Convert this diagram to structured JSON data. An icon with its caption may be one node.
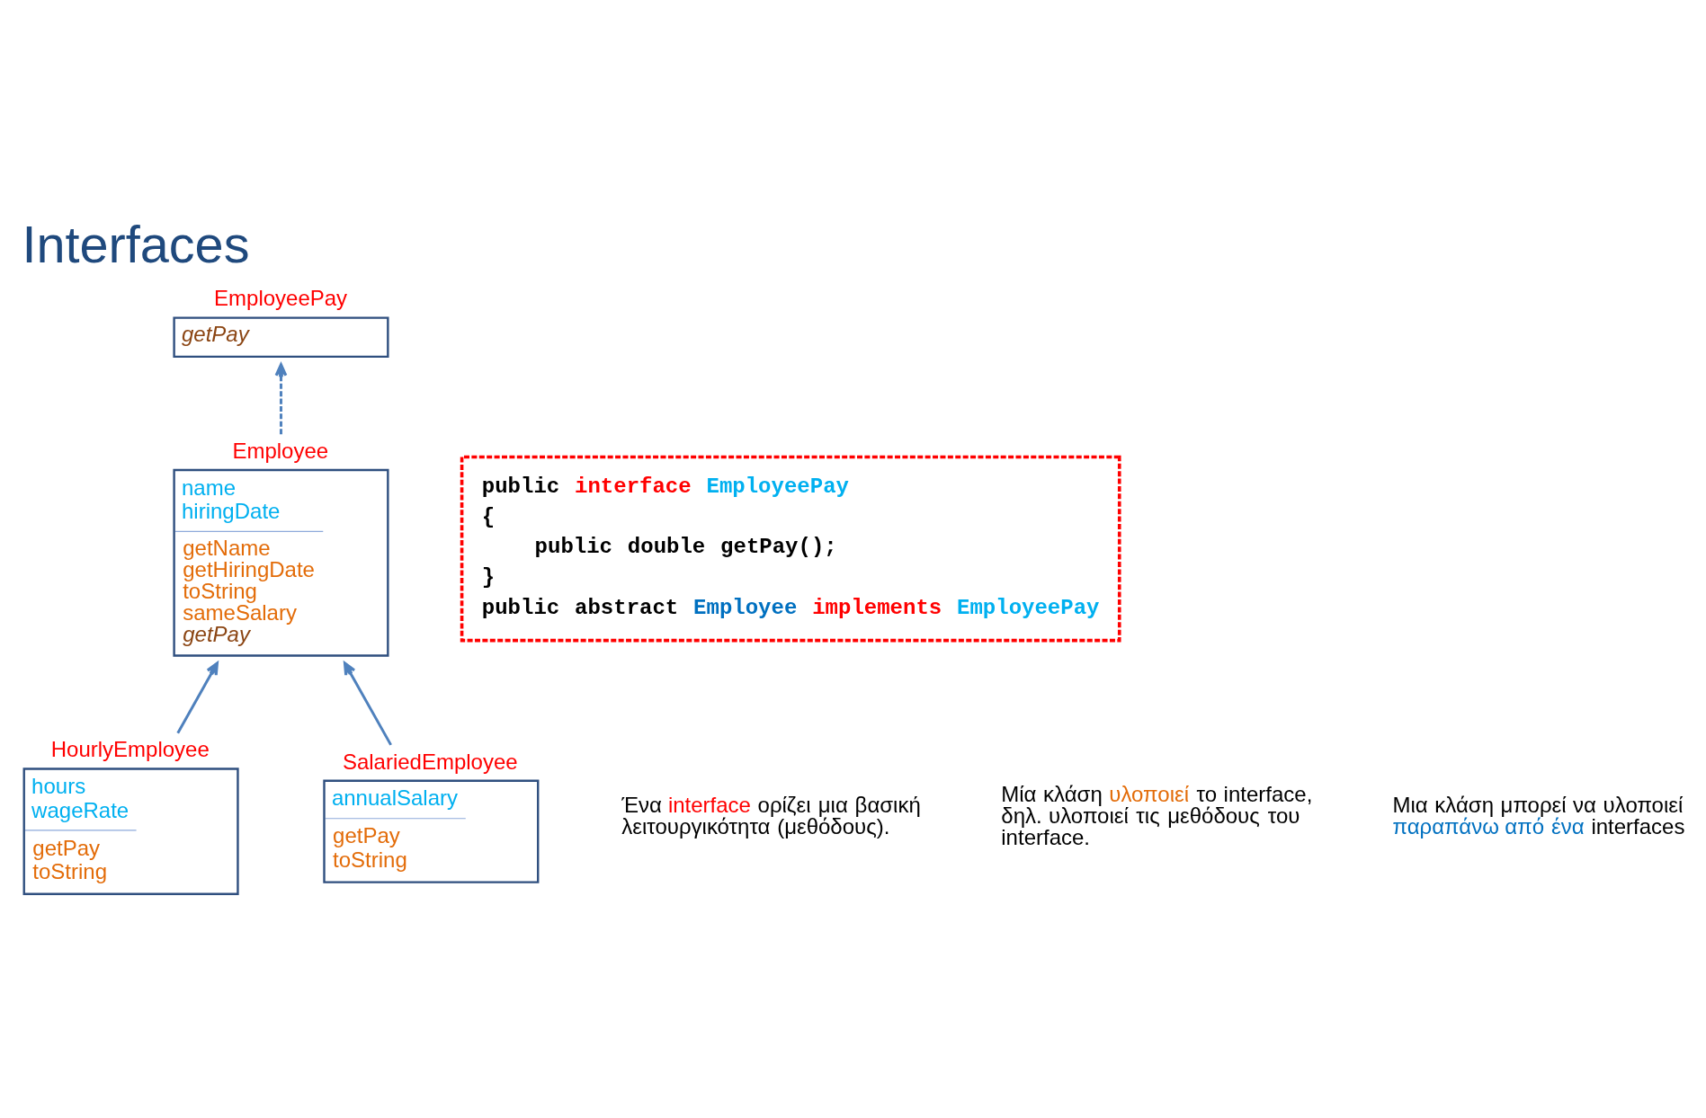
{
  "diagram": {
    "title": "Interfaces",
    "nodes": [
      {
        "text": [
          "EmployeePay",
          "getPay"
        ]
      },
      {
        "text": [
          "Employee",
          "name",
          "hiringDate",
          "getName",
          "getHiringDate",
          "toString",
          "sameSalary",
          "getPay"
        ]
      },
      {
        "text": [
          "HourlyEmployee",
          "hours",
          "wageRate",
          "getPay",
          "toString"
        ]
      },
      {
        "text": [
          "SalariedEmployee",
          "annualSalary",
          "getPay",
          "toString"
        ]
      },
      {
        "text": [
          "public interface EmployeePay",
          "{",
          "public double getPay();",
          "}",
          "public abstract Employee implements EmployeePay"
        ]
      }
    ],
    "edges": [
      {
        "from": 1,
        "to": 0,
        "arrow": "to",
        "style": "dashed"
      },
      {
        "from": 2,
        "to": 1,
        "arrow": "to"
      },
      {
        "from": 3,
        "to": 1,
        "arrow": "to"
      }
    ],
    "labels": [
      "Ένα interface ορίζει μια βασική λειτουργικότητα (μεθόδους).",
      "Μία κλάση υλοποιεί το interface, δηλ. υλοποιεί τις μεθόδους του interface.",
      "Μια κλάση μπορεί να υλοποιεί παραπάνω από ένα interfaces"
    ]
  }
}
